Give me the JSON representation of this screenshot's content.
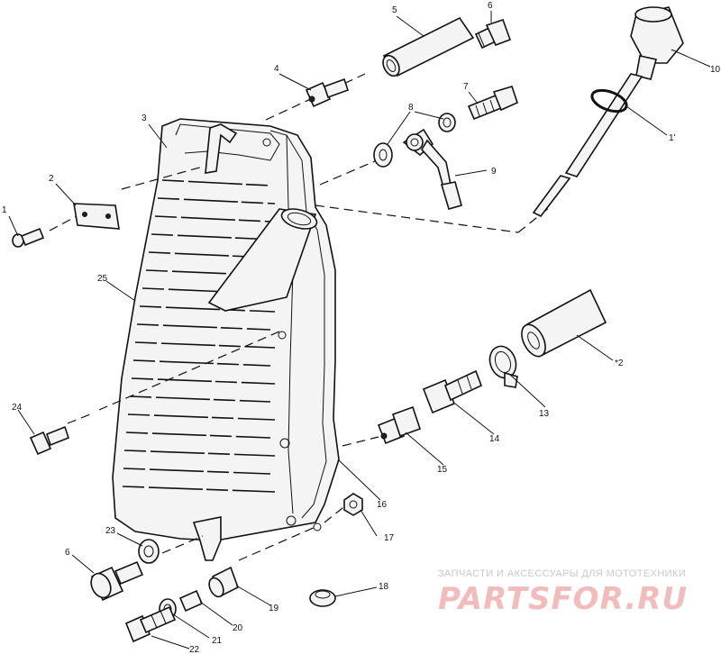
{
  "labels": {
    "l1": "1",
    "l1p_top": "1'",
    "l2": "2",
    "l3": "3",
    "l4": "4",
    "l5": "5",
    "l6_top": "6",
    "l6_bottom": "6",
    "l7": "7",
    "l8": "8",
    "l9": "9",
    "l10": "10",
    "l12": "*2",
    "l13": "13",
    "l14": "14",
    "l15": "15",
    "l16": "16",
    "l17": "17",
    "l18": "18",
    "l19": "19",
    "l20": "20",
    "l21": "21",
    "l22": "22",
    "l23": "23",
    "l24": "24",
    "l25": "25"
  },
  "watermark": {
    "tagline": "ЗАПЧАСТИ И АКСЕССУАРЫ ДЛЯ МОТОТЕХНИКИ",
    "brand": "PARTSFOR.RU"
  },
  "colors": {
    "line": "#111111",
    "watermark_text": "#c9c9c9",
    "watermark_brand": "#f3bcbc"
  }
}
